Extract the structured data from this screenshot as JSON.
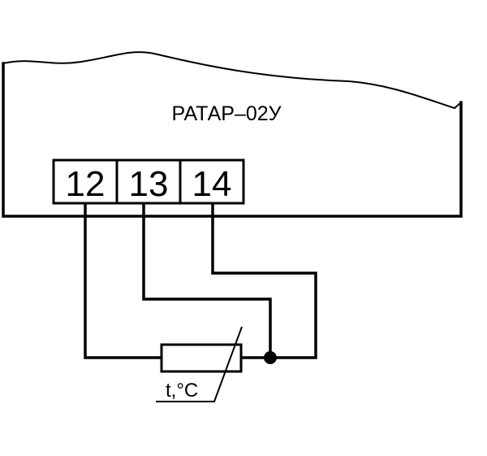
{
  "device": {
    "label": "РАТАР–02У"
  },
  "terminals": [
    {
      "label": "12"
    },
    {
      "label": "13"
    },
    {
      "label": "14"
    }
  ],
  "sensor": {
    "label": "t,°C"
  }
}
